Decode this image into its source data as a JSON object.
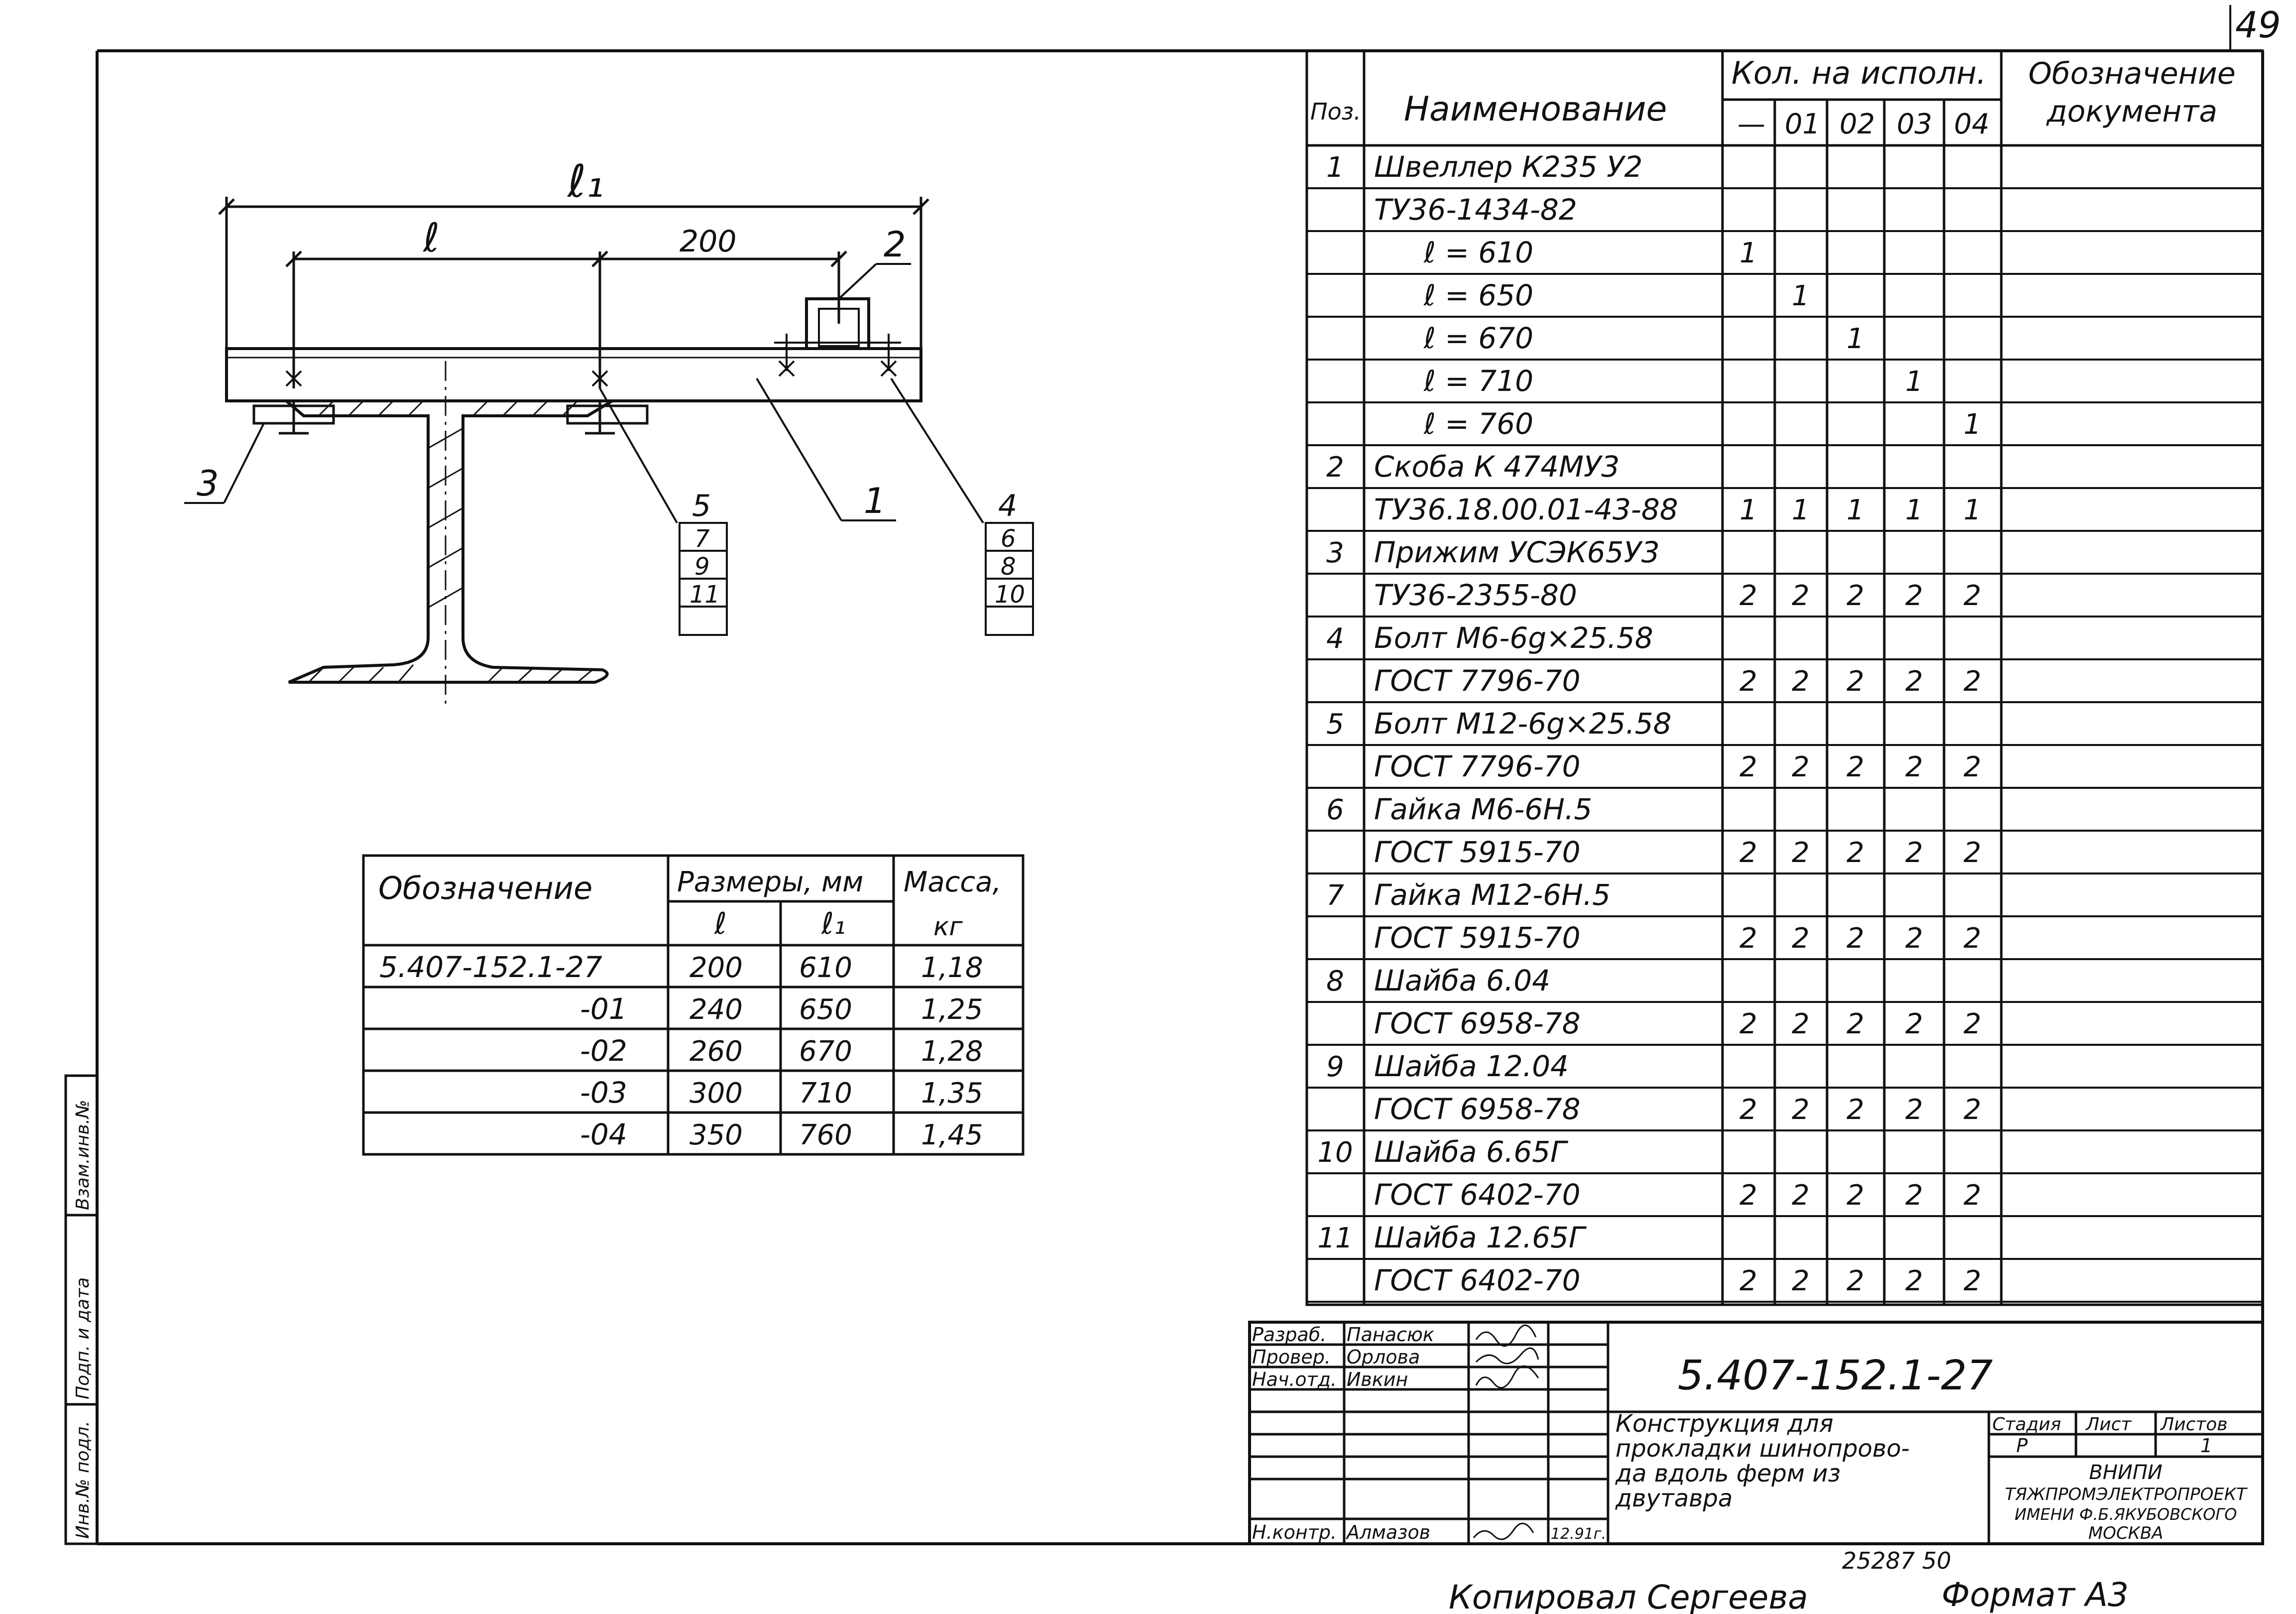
{
  "sheet_number": "49",
  "spec_table": {
    "headers": {
      "pos": "Поз.",
      "name": "Наименование",
      "qty_group": "Кол. на исполн.",
      "qty_cols": [
        "—",
        "01",
        "02",
        "03",
        "04"
      ],
      "doc": "Обозначение документа"
    },
    "rows": [
      {
        "pos": "1",
        "name": "Швеллер К235 У2",
        "q": [
          "",
          "",
          "",
          "",
          ""
        ]
      },
      {
        "pos": "",
        "name": "ТУ36-1434-82",
        "q": [
          "",
          "",
          "",
          "",
          ""
        ]
      },
      {
        "pos": "",
        "name": "ℓ = 610",
        "q": [
          "1",
          "",
          "",
          "",
          ""
        ]
      },
      {
        "pos": "",
        "name": "ℓ = 650",
        "q": [
          "",
          "1",
          "",
          "",
          ""
        ]
      },
      {
        "pos": "",
        "name": "ℓ = 670",
        "q": [
          "",
          "",
          "1",
          "",
          ""
        ]
      },
      {
        "pos": "",
        "name": "ℓ = 710",
        "q": [
          "",
          "",
          "",
          "1",
          ""
        ]
      },
      {
        "pos": "",
        "name": "ℓ = 760",
        "q": [
          "",
          "",
          "",
          "",
          "1"
        ]
      },
      {
        "pos": "2",
        "name": "Скоба К 474МУ3",
        "q": [
          "",
          "",
          "",
          "",
          ""
        ]
      },
      {
        "pos": "",
        "name": "ТУ36.18.00.01-43-88",
        "q": [
          "1",
          "1",
          "1",
          "1",
          "1"
        ]
      },
      {
        "pos": "3",
        "name": "Прижим УСЭК65У3",
        "q": [
          "",
          "",
          "",
          "",
          ""
        ]
      },
      {
        "pos": "",
        "name": "ТУ36-2355-80",
        "q": [
          "2",
          "2",
          "2",
          "2",
          "2"
        ]
      },
      {
        "pos": "4",
        "name": "Болт М6-6g×25.58",
        "q": [
          "",
          "",
          "",
          "",
          ""
        ]
      },
      {
        "pos": "",
        "name": "ГОСТ 7796-70",
        "q": [
          "2",
          "2",
          "2",
          "2",
          "2"
        ]
      },
      {
        "pos": "5",
        "name": "Болт М12-6g×25.58",
        "q": [
          "",
          "",
          "",
          "",
          ""
        ]
      },
      {
        "pos": "",
        "name": "ГОСТ 7796-70",
        "q": [
          "2",
          "2",
          "2",
          "2",
          "2"
        ]
      },
      {
        "pos": "6",
        "name": "Гайка М6-6Н.5",
        "q": [
          "",
          "",
          "",
          "",
          ""
        ]
      },
      {
        "pos": "",
        "name": "ГОСТ 5915-70",
        "q": [
          "2",
          "2",
          "2",
          "2",
          "2"
        ]
      },
      {
        "pos": "7",
        "name": "Гайка М12-6Н.5",
        "q": [
          "",
          "",
          "",
          "",
          ""
        ]
      },
      {
        "pos": "",
        "name": "ГОСТ 5915-70",
        "q": [
          "2",
          "2",
          "2",
          "2",
          "2"
        ]
      },
      {
        "pos": "8",
        "name": "Шайба 6.04",
        "q": [
          "",
          "",
          "",
          "",
          ""
        ]
      },
      {
        "pos": "",
        "name": "ГОСТ 6958-78",
        "q": [
          "2",
          "2",
          "2",
          "2",
          "2"
        ]
      },
      {
        "pos": "9",
        "name": "Шайба 12.04",
        "q": [
          "",
          "",
          "",
          "",
          ""
        ]
      },
      {
        "pos": "",
        "name": "ГОСТ 6958-78",
        "q": [
          "2",
          "2",
          "2",
          "2",
          "2"
        ]
      },
      {
        "pos": "10",
        "name": "Шайба 6.65Г",
        "q": [
          "",
          "",
          "",
          "",
          ""
        ]
      },
      {
        "pos": "",
        "name": "ГОСТ 6402-70",
        "q": [
          "2",
          "2",
          "2",
          "2",
          "2"
        ]
      },
      {
        "pos": "11",
        "name": "Шайба 12.65Г",
        "q": [
          "",
          "",
          "",
          "",
          ""
        ]
      },
      {
        "pos": "",
        "name": "ГОСТ 6402-70",
        "q": [
          "2",
          "2",
          "2",
          "2",
          "2"
        ]
      }
    ]
  },
  "size_table": {
    "header_designation": "Обозначение",
    "header_sizes": "Размеры, мм",
    "header_l": "ℓ",
    "header_l1": "ℓ₁",
    "header_mass": "Масса,",
    "header_mass_unit": "кг",
    "rows": [
      {
        "designation": "5.407-152.1-27",
        "l": "200",
        "l1": "610",
        "mass": "1,18"
      },
      {
        "designation": "-01",
        "l": "240",
        "l1": "650",
        "mass": "1,25"
      },
      {
        "designation": "-02",
        "l": "260",
        "l1": "670",
        "mass": "1,28"
      },
      {
        "designation": "-03",
        "l": "300",
        "l1": "710",
        "mass": "1,35"
      },
      {
        "designation": "-04",
        "l": "350",
        "l1": "760",
        "mass": "1,45"
      }
    ]
  },
  "drawing": {
    "dim_l1": "ℓ₁",
    "dim_l": "ℓ",
    "dim_200": "200",
    "callout_1": "1",
    "callout_2": "2",
    "callout_3": "3",
    "callout_group_left": [
      "5",
      "7",
      "9",
      "11"
    ],
    "callout_group_right": [
      "4",
      "6",
      "8",
      "10"
    ]
  },
  "title_block": {
    "roles": [
      {
        "role": "Разраб.",
        "name": "Панасюк"
      },
      {
        "role": "Провер.",
        "name": "Орлова"
      },
      {
        "role": "Нач.отд.",
        "name": "Ивкин"
      }
    ],
    "nkontr_role": "Н.контр.",
    "nkontr_name": "Алмазов",
    "nkontr_date": "12.91г.",
    "document_code": "5.407-152.1-27",
    "description": [
      "Конструкция для",
      "прокладки шинопрово-",
      "да вдоль ферм из",
      "двутавра"
    ],
    "stage_label": "Стадия",
    "sheet_label": "Лист",
    "sheets_label": "Листов",
    "stage_value": "Р",
    "sheets_value": "1",
    "org": [
      "ВНИПИ",
      "ТЯЖПРОМЭЛЕКТРОПРОЕКТ",
      "ИМЕНИ Ф.Б.ЯКУБОВСКОГО",
      "МОСКВА"
    ]
  },
  "left_stamp": [
    "Инв.№ подл.",
    "Подп. и дата",
    "Взам.инв.№"
  ],
  "footer": {
    "archive_number": "25287   50",
    "copied_by": "Копировал  Сергеева",
    "format": "Формат А3"
  }
}
